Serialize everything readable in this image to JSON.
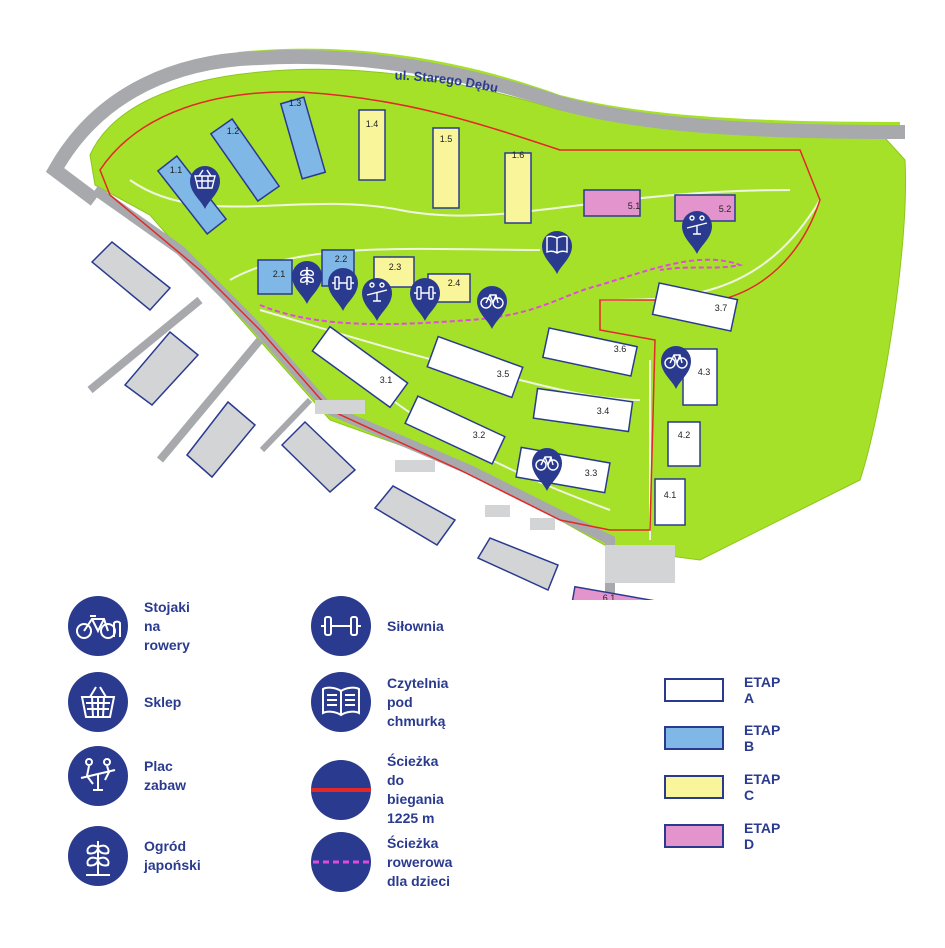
{
  "street": "ul. Starego Dębu",
  "colors": {
    "green": "#a6e12a",
    "road": "#a7a9ac",
    "navy": "#2a3b8f",
    "etap_a": "#ffffff",
    "etap_b": "#7fb7e6",
    "etap_c": "#f8f59a",
    "etap_d": "#e394cd",
    "run_path": "#e32828",
    "bike_path": "#e04adf",
    "neighbor": "#d3d4d6"
  },
  "buildings": [
    {
      "label": "1.1",
      "etap": "b"
    },
    {
      "label": "1.2",
      "etap": "b"
    },
    {
      "label": "1.3",
      "etap": "b"
    },
    {
      "label": "1.4",
      "etap": "c"
    },
    {
      "label": "1.5",
      "etap": "c"
    },
    {
      "label": "1.6",
      "etap": "c"
    },
    {
      "label": "5.1",
      "etap": "d"
    },
    {
      "label": "5.2",
      "etap": "d"
    },
    {
      "label": "2.1",
      "etap": "b"
    },
    {
      "label": "2.2",
      "etap": "b"
    },
    {
      "label": "2.3",
      "etap": "c"
    },
    {
      "label": "2.4",
      "etap": "c"
    },
    {
      "label": "3.7",
      "etap": "a"
    },
    {
      "label": "3.6",
      "etap": "a"
    },
    {
      "label": "3.5",
      "etap": "a"
    },
    {
      "label": "3.4",
      "etap": "a"
    },
    {
      "label": "3.1",
      "etap": "a"
    },
    {
      "label": "3.2",
      "etap": "a"
    },
    {
      "label": "3.3",
      "etap": "a"
    },
    {
      "label": "4.3",
      "etap": "a"
    },
    {
      "label": "4.2",
      "etap": "a"
    },
    {
      "label": "4.1",
      "etap": "a"
    },
    {
      "label": "6.1",
      "etap": "d"
    }
  ],
  "markers": [
    {
      "icon": "basket-icon"
    },
    {
      "icon": "book-icon"
    },
    {
      "icon": "playground-icon"
    },
    {
      "icon": "plant-icon"
    },
    {
      "icon": "dumbbell-icon"
    },
    {
      "icon": "playground-icon"
    },
    {
      "icon": "dumbbell-icon"
    },
    {
      "icon": "bike-icon"
    },
    {
      "icon": "bike-icon"
    },
    {
      "icon": "bike-icon"
    }
  ],
  "legend": {
    "bike_racks": "Stojaki na rowery",
    "shop": "Sklep",
    "playground": "Plac zabaw",
    "japanese_garden": "Ogród japoński",
    "gym": "Siłownia",
    "reading": "Czytelnia pod chmurką",
    "running_path": "Ścieżka do biegania\n1225 m",
    "bike_path": "Ścieżka rowerowa\ndla dzieci"
  },
  "stages": [
    {
      "label": "ETAP A",
      "color": "#ffffff"
    },
    {
      "label": "ETAP B",
      "color": "#7fb7e6"
    },
    {
      "label": "ETAP C",
      "color": "#f8f59a"
    },
    {
      "label": "ETAP D",
      "color": "#e394cd"
    }
  ]
}
